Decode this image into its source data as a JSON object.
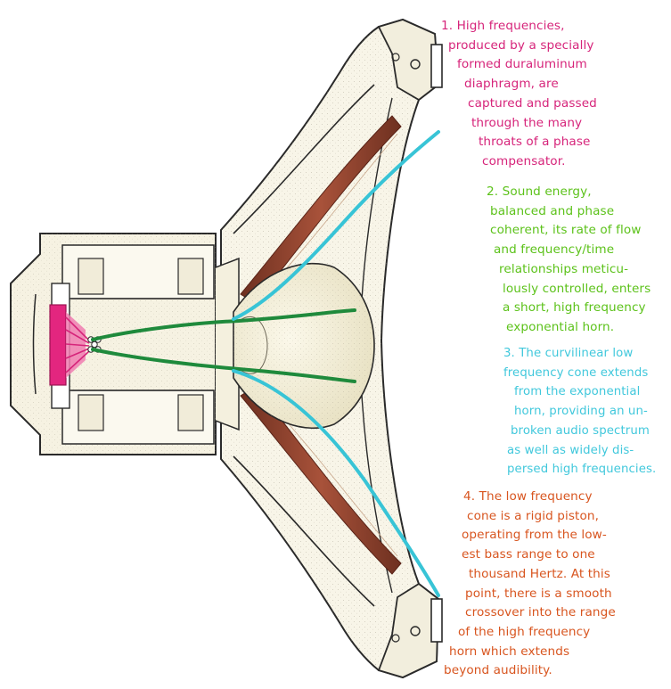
{
  "colors": {
    "caption1": "#d6247a",
    "caption2": "#5cc21a",
    "caption3": "#41c8dc",
    "caption4": "#d8551f",
    "diaphragm": "#e3267f",
    "signal_path_green": "#1f8a3c",
    "cone_edge_blue": "#38c4d6",
    "cone_brown": "#8f3d28",
    "housing_fill": "#f7f3e4",
    "dome_fill": "#f3eed6",
    "outline": "#2a2a2a"
  },
  "captions": [
    {
      "id": "high-frequencies",
      "lines": [
        "1. High frequencies,",
        "produced by a specially",
        "formed duraluminum",
        "diaphragm, are",
        "captured and passed",
        "through the many",
        "throats of a phase",
        "compensator."
      ]
    },
    {
      "id": "sound-energy",
      "lines": [
        "2. Sound energy,",
        "balanced and phase",
        "coherent, its rate of flow",
        "and frequency/time",
        "relationships meticu-",
        "lously controlled, enters",
        "a short, high frequency",
        "exponential horn."
      ]
    },
    {
      "id": "curvilinear-cone",
      "lines": [
        "3. The curvilinear low",
        "frequency cone extends",
        "from the exponential",
        "horn, providing an un-",
        "broken audio spectrum",
        "as well as widely dis-",
        "persed high frequencies."
      ]
    },
    {
      "id": "low-frequency-cone",
      "lines": [
        "4. The low frequency",
        "cone is a rigid piston,",
        "operating from the low-",
        "est bass range to one",
        "thousand Hertz. At this",
        "point, there is a smooth",
        "crossover into the range",
        "of the high frequency",
        "horn which extends",
        "beyond audibility."
      ]
    }
  ]
}
